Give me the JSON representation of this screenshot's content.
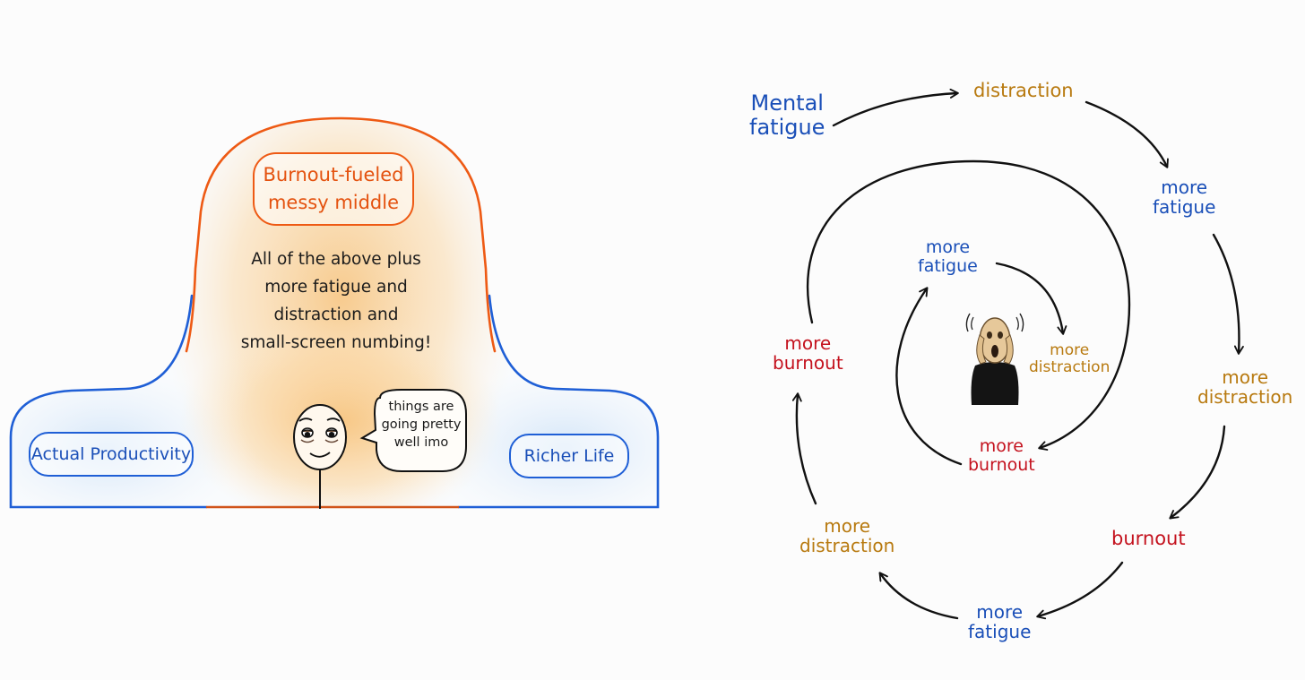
{
  "left_panel": {
    "peak_label_lines": [
      "Burnout-fueled",
      "messy middle"
    ],
    "peak_description_lines": [
      "All of the above plus",
      "more fatigue and",
      "distraction and",
      "small-screen numbing!"
    ],
    "left_pill": "Actual Productivity",
    "right_pill": "Richer Life",
    "speech_bubble_lines": [
      "things are",
      "going pretty",
      "well imo"
    ],
    "colors": {
      "peak": "#ee5a14",
      "base": "#1f5fd6",
      "glow_orange": "#f7c27a",
      "glow_blue": "#cfe3f8"
    }
  },
  "right_panel": {
    "start_lines": [
      "Mental",
      "fatigue"
    ],
    "outer_cycle": [
      {
        "lines": [
          "distraction"
        ],
        "kind": "distraction"
      },
      {
        "lines": [
          "more",
          "fatigue"
        ],
        "kind": "fatigue"
      },
      {
        "lines": [
          "more",
          "distraction"
        ],
        "kind": "distraction"
      },
      {
        "lines": [
          "burnout"
        ],
        "kind": "burnout"
      },
      {
        "lines": [
          "more",
          "fatigue"
        ],
        "kind": "fatigue"
      },
      {
        "lines": [
          "more",
          "distraction"
        ],
        "kind": "distraction"
      },
      {
        "lines": [
          "more",
          "burnout"
        ],
        "kind": "burnout"
      }
    ],
    "inner_cycle": [
      {
        "lines": [
          "more",
          "fatigue"
        ],
        "kind": "fatigue"
      },
      {
        "lines": [
          "more",
          "distraction"
        ],
        "kind": "distraction"
      },
      {
        "lines": [
          "more",
          "burnout"
        ],
        "kind": "burnout"
      }
    ],
    "center_icon": "scream-figure-icon",
    "colors": {
      "fatigue": "#1a4fb8",
      "distraction": "#b87a10",
      "burnout": "#c4121e",
      "arrows": "#111111"
    }
  }
}
